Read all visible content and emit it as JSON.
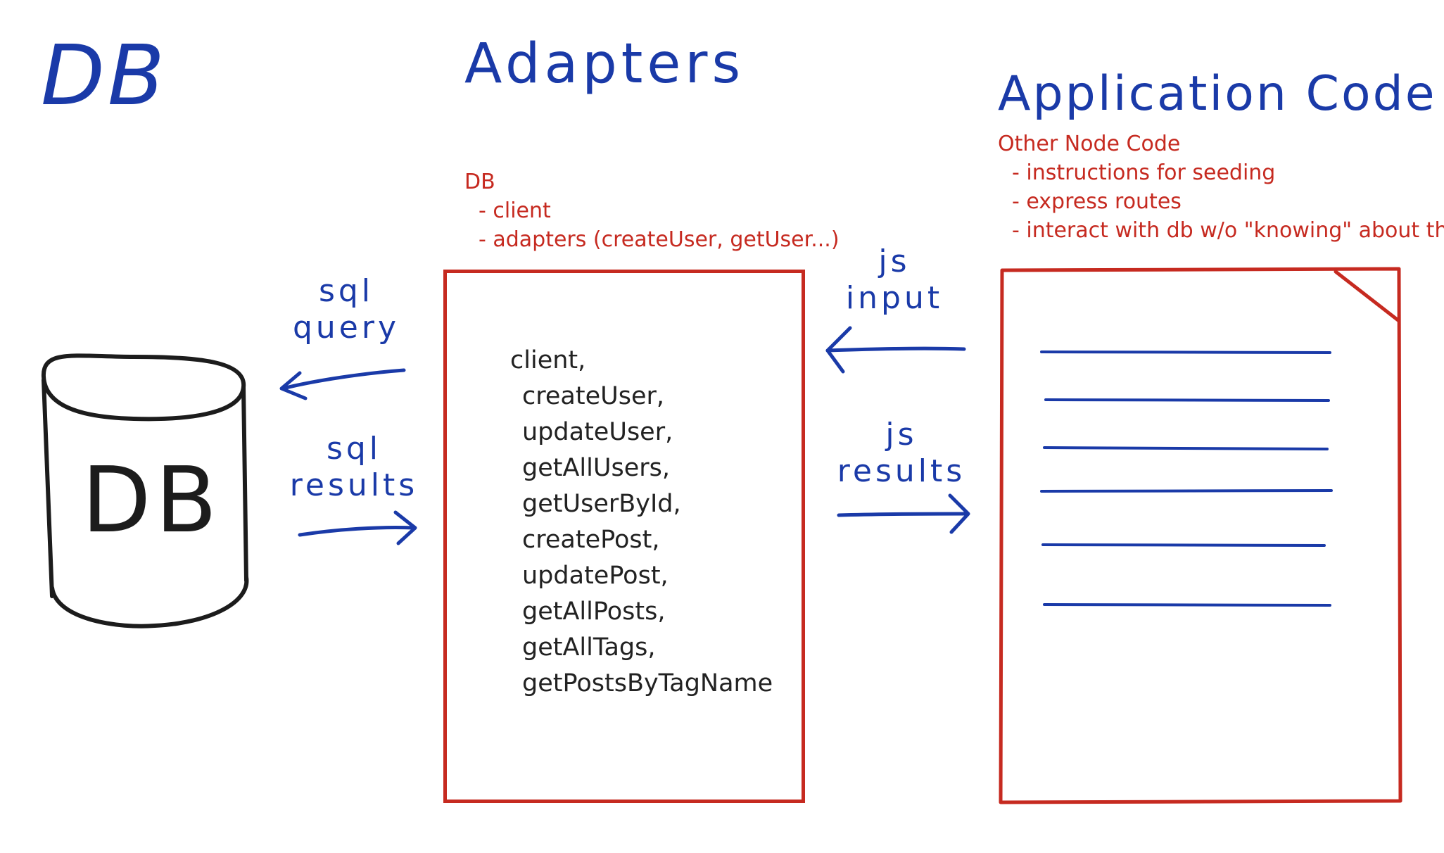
{
  "titles": {
    "db": "DB",
    "adapters": "Adapters",
    "application": "Application Code"
  },
  "db_cylinder": {
    "label": "DB"
  },
  "arrows": {
    "sql_query": {
      "line1": "sql",
      "line2": "query"
    },
    "sql_results": {
      "line1": "sql",
      "line2": "results"
    },
    "js_input": {
      "line1": "js",
      "line2": "input"
    },
    "js_results": {
      "line1": "js",
      "line2": "results"
    }
  },
  "adapters_notes": {
    "heading": "DB",
    "items": [
      "- client",
      "- adapters (createUser, getUser...)"
    ]
  },
  "app_notes": {
    "heading": "Other Node Code",
    "items": [
      "- instructions for seeding",
      "- express routes",
      "- interact with db w/o \"knowing\" about the db"
    ]
  },
  "adapters_box": {
    "exports": [
      "client,",
      "createUser,",
      "updateUser,",
      "getAllUsers,",
      "getUserById,",
      "createPost,",
      "updatePost,",
      "getAllPosts,",
      "getAllTags,",
      "getPostsByTagName"
    ]
  },
  "colors": {
    "blue_ink": "#1a3aa8",
    "red_ink": "#c62a20",
    "black_ink": "#1c1c1c"
  }
}
